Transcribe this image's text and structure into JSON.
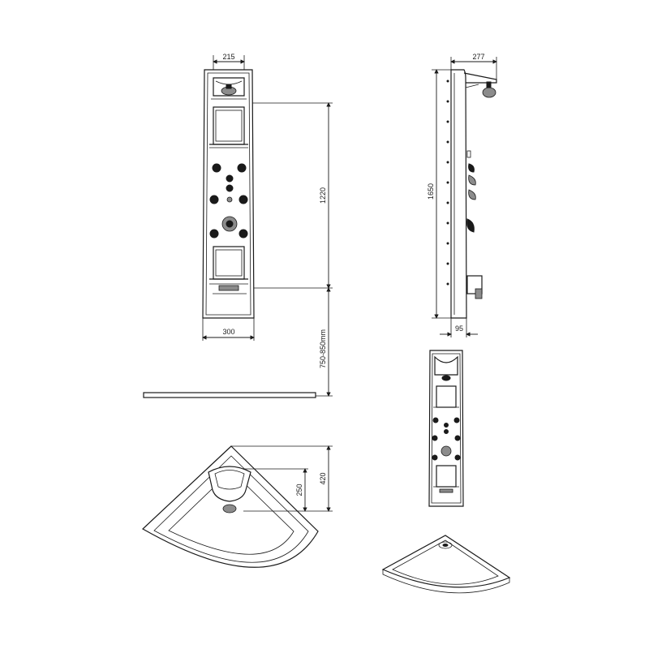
{
  "dimensions": {
    "front_top_width": "215",
    "front_bottom_width": "300",
    "front_height_between": "1220",
    "front_floor_height": "750-850mm",
    "side_top_depth": "277",
    "side_height": "1650",
    "side_bottom_depth": "95",
    "tray_depth_outer": "420",
    "tray_depth_inner": "250"
  }
}
